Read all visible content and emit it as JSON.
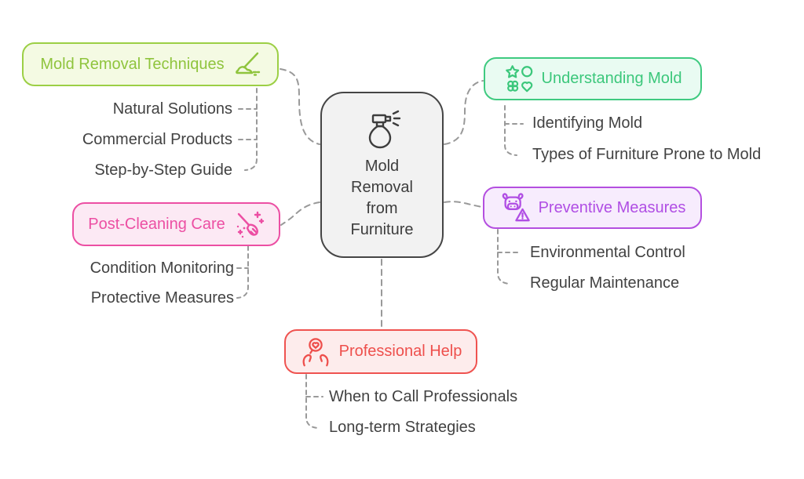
{
  "diagram_type": "mindmap",
  "center": {
    "label": "Mold Removal from Furniture",
    "icon": "spray-bottle-icon",
    "fill": "#f2f2f2",
    "border": "#454545",
    "text_color": "#3d3d3d"
  },
  "branches": [
    {
      "label": "Mold Removal Techniques",
      "icon": "mop-icon",
      "color": "#8fc43d",
      "fill": "#f4fae3",
      "position": "top-left",
      "children": [
        "Natural Solutions",
        "Commercial Products",
        "Step-by-Step Guide"
      ]
    },
    {
      "label": "Understanding Mold",
      "icon": "shapes-icon",
      "color": "#3fca80",
      "fill": "#e9fbf2",
      "position": "top-right",
      "children": [
        "Identifying Mold",
        "Types of Furniture Prone to Mold"
      ]
    },
    {
      "label": "Post-Cleaning Care",
      "icon": "broom-sparkles-icon",
      "color": "#ec4fa3",
      "fill": "#fce9f4",
      "position": "middle-left",
      "children": [
        "Condition Monitoring",
        "Protective Measures"
      ]
    },
    {
      "label": "Preventive Measures",
      "icon": "cow-warning-icon",
      "color": "#b44fe0",
      "fill": "#f7ecfd",
      "position": "middle-right",
      "children": [
        "Environmental Control",
        "Regular Maintenance"
      ]
    },
    {
      "label": "Professional Help",
      "icon": "hands-heart-icon",
      "color": "#ef5350",
      "fill": "#fdecec",
      "position": "bottom",
      "children": [
        "When to Call Professionals",
        "Long-term Strategies"
      ]
    }
  ],
  "style": {
    "connector_color": "#999999",
    "connector_style": "dashed",
    "child_text_color": "#424242",
    "background": "#ffffff"
  }
}
